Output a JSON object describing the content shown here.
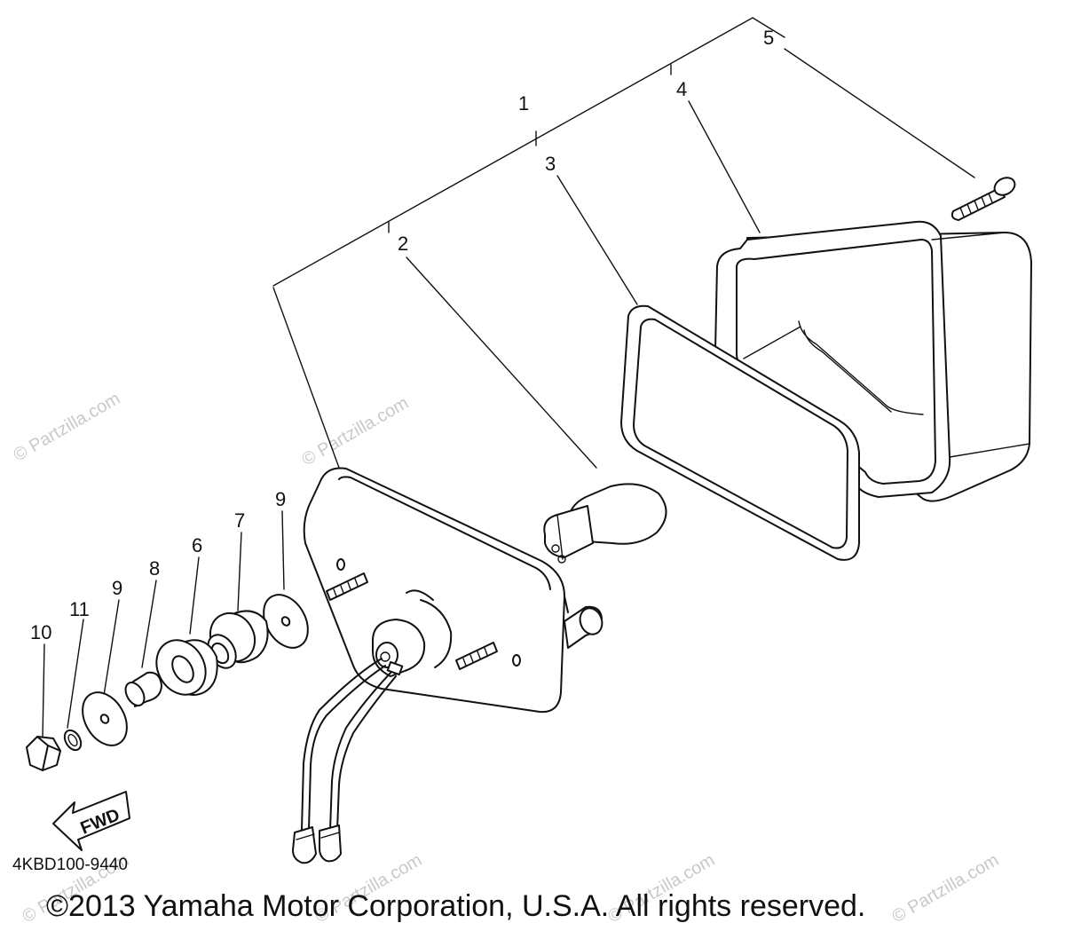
{
  "diagram": {
    "callouts": [
      {
        "id": "callout-1",
        "label": "1"
      },
      {
        "id": "callout-2",
        "label": "2"
      },
      {
        "id": "callout-3",
        "label": "3"
      },
      {
        "id": "callout-4",
        "label": "4"
      },
      {
        "id": "callout-5",
        "label": "5"
      },
      {
        "id": "callout-6",
        "label": "6"
      },
      {
        "id": "callout-7",
        "label": "7"
      },
      {
        "id": "callout-8",
        "label": "8"
      },
      {
        "id": "callout-9a",
        "label": "9"
      },
      {
        "id": "callout-9b",
        "label": "9"
      },
      {
        "id": "callout-10",
        "label": "10"
      },
      {
        "id": "callout-11",
        "label": "11"
      }
    ],
    "direction_label": "FWD",
    "diagram_code": "4KBD100-9440",
    "watermark_text": "© Partzilla.com"
  },
  "footer": {
    "copyright": "©2013 Yamaha Motor Corporation, U.S.A. All rights reserved."
  }
}
